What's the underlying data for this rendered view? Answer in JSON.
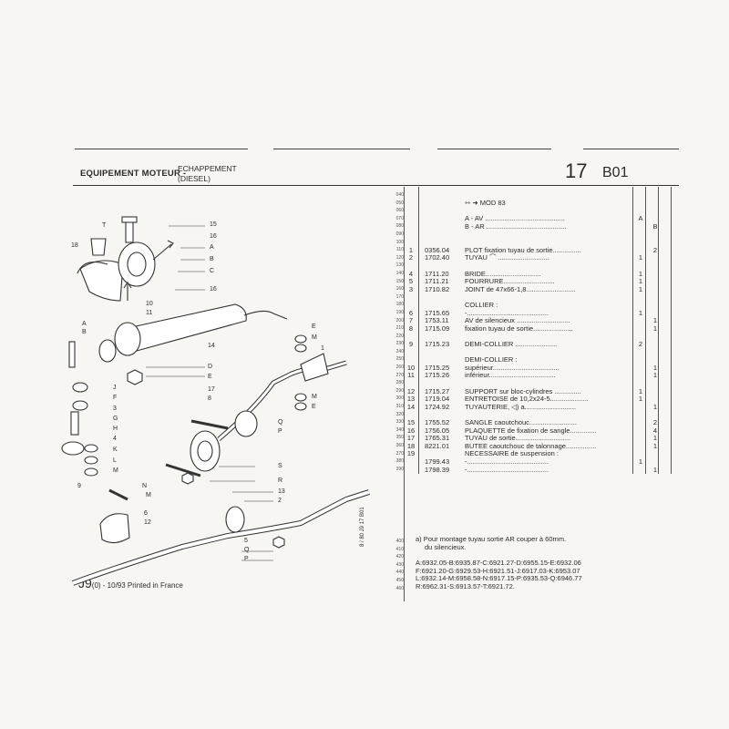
{
  "header": {
    "title": "EQUIPEMENT MOTEUR -",
    "subtitle_1": "ECHAPPEMENT",
    "subtitle_2": "(DIESEL)",
    "section_number": "17",
    "section_code": "B01"
  },
  "line_numbers": [
    "040",
    "050",
    "060",
    "070",
    "080",
    "090",
    "100",
    "110",
    "120",
    "130",
    "140",
    "150",
    "160",
    "170",
    "180",
    "190",
    "200",
    "210",
    "220",
    "230",
    "240",
    "250",
    "260",
    "270",
    "280",
    "290",
    "300",
    "310",
    "320",
    "330",
    "340",
    "350",
    "360",
    "370",
    "380",
    "390"
  ],
  "line_numbers_bottom": [
    "400",
    "410",
    "420",
    "430",
    "440",
    "450",
    "460"
  ],
  "parts": [
    {
      "idx": "",
      "ref": "",
      "desc": "⇿ ➜ MOD 83",
      "qa": "",
      "qb": ""
    },
    {
      "idx": "",
      "ref": "",
      "desc": "A - AV ..........................................",
      "qa": "A",
      "qb": ""
    },
    {
      "idx": "",
      "ref": "",
      "desc": "B - AR ..........................................",
      "qa": "",
      "qb": "B"
    },
    {
      "idx": "1",
      "ref": "0356.04",
      "desc": "PLOT fixation tuyau de sortie...............",
      "qa": "",
      "qb": "2"
    },
    {
      "idx": "2",
      "ref": "1702.40",
      "desc": "TUYAU ⌒ ...........................",
      "qa": "1",
      "qb": ""
    },
    {
      "idx": "4",
      "ref": "1711.20",
      "desc": "BRIDE.............................",
      "qa": "1",
      "qb": ""
    },
    {
      "idx": "5",
      "ref": "1711.21",
      "desc": "FOURRURE...........................",
      "qa": "1",
      "qb": ""
    },
    {
      "idx": "3",
      "ref": "1710.82",
      "desc": "JOINT de 47x66-1,8..........................",
      "qa": "1",
      "qb": ""
    },
    {
      "idx": "",
      "ref": "",
      "desc": "COLLIER :",
      "qa": "",
      "qb": ""
    },
    {
      "idx": "6",
      "ref": "1715.65",
      "desc": "-...........................................",
      "qa": "1",
      "qb": ""
    },
    {
      "idx": "7",
      "ref": "1753.11",
      "desc": "AV de silencieux ............................",
      "qa": "",
      "qb": "1"
    },
    {
      "idx": "8",
      "ref": "1715.09",
      "desc": "fixation tuyau de sortie.....................",
      "qa": "",
      "qb": "1"
    },
    {
      "idx": "9",
      "ref": "1715.23",
      "desc": "DEMI-COLLIER ......................",
      "qa": "2",
      "qb": ""
    },
    {
      "idx": "",
      "ref": "",
      "desc": "DEMI-COLLIER :",
      "qa": "",
      "qb": ""
    },
    {
      "idx": "10",
      "ref": "1715.25",
      "desc": "supérieur...................................",
      "qa": "",
      "qb": "1"
    },
    {
      "idx": "11",
      "ref": "1715.26",
      "desc": "inférieur...................................",
      "qa": "",
      "qb": "1"
    },
    {
      "idx": "12",
      "ref": "1715.27",
      "desc": "SUPPORT sur bloc-cylindres ..............",
      "qa": "1",
      "qb": ""
    },
    {
      "idx": "13",
      "ref": "1719.04",
      "desc": "ENTRETOISE de 10,2x24-5....................",
      "qa": "1",
      "qb": ""
    },
    {
      "idx": "14",
      "ref": "1724.92",
      "desc": "TUYAUTERIE, ◁) a...........................",
      "qa": "",
      "qb": "1"
    },
    {
      "idx": "15",
      "ref": "1755.52",
      "desc": "SANGLE caoutchouc.........................",
      "qa": "",
      "qb": "2"
    },
    {
      "idx": "16",
      "ref": "1756.05",
      "desc": "PLAQUETTE de fixation de sangle..............",
      "qa": "",
      "qb": "4"
    },
    {
      "idx": "17",
      "ref": "1765.31",
      "desc": "TUYAU de sortie.............................",
      "qa": "",
      "qb": "1"
    },
    {
      "idx": "18",
      "ref": "8221.01",
      "desc": "BUTEE caoutchouc de talonnage................",
      "qa": "",
      "qb": "1"
    },
    {
      "idx": "19",
      "ref": "",
      "desc": "NECESSAIRE de suspension :",
      "qa": "",
      "qb": ""
    },
    {
      "idx": "",
      "ref": "1799.43",
      "desc": "-...........................................",
      "qa": "1",
      "qb": ""
    },
    {
      "idx": "",
      "ref": "1798.39",
      "desc": "-...........................................",
      "qa": "",
      "qb": "1"
    }
  ],
  "note": {
    "line1": "a) Pour montage tuyau sortie AR couper à 60mm.",
    "line2": "du silencieux."
  },
  "codes": [
    "A:6932.05-B:6935.87-C:6921.27-D:6955.15-E:6932.06",
    "F:6921.20-G:6929.53-H:6921.51-J:6917.03-K:6953.07",
    "L:6932.14-M:6958.58-N:6917.15-P:6935.53-Q:6946.77",
    "R:6962.31-S:6913.57-T:6921.72."
  ],
  "footer": {
    "code": "J9",
    "suffix": "(0) - 10/93 Printed in France",
    "vertical_label": "8 / 80   J9  17 B01"
  },
  "diagram_labels": {
    "T": "T",
    "n15": "15",
    "n18": "18",
    "n16a": "16",
    "A": "A",
    "B": "B",
    "C": "C",
    "n16b": "16",
    "n10": "10",
    "n11": "11",
    "Aleft": "A",
    "Bleft": "B",
    "n14": "14",
    "E1": "E",
    "M1": "M",
    "n1": "1",
    "F": "F",
    "J": "J",
    "n3": "3",
    "G": "G",
    "H": "H",
    "n4": "4",
    "K": "K",
    "L": "L",
    "M2": "M",
    "D": "D",
    "E2": "E",
    "n17": "17",
    "n8": "8",
    "M3": "M",
    "E3": "E",
    "Q1": "Q",
    "P1": "P",
    "n9": "9",
    "N": "N",
    "M4": "M",
    "S": "S",
    "R": "R",
    "n13": "13",
    "n2": "2",
    "n6": "6",
    "n12": "12",
    "n5": "5",
    "Q2": "Q",
    "P2": "P"
  }
}
